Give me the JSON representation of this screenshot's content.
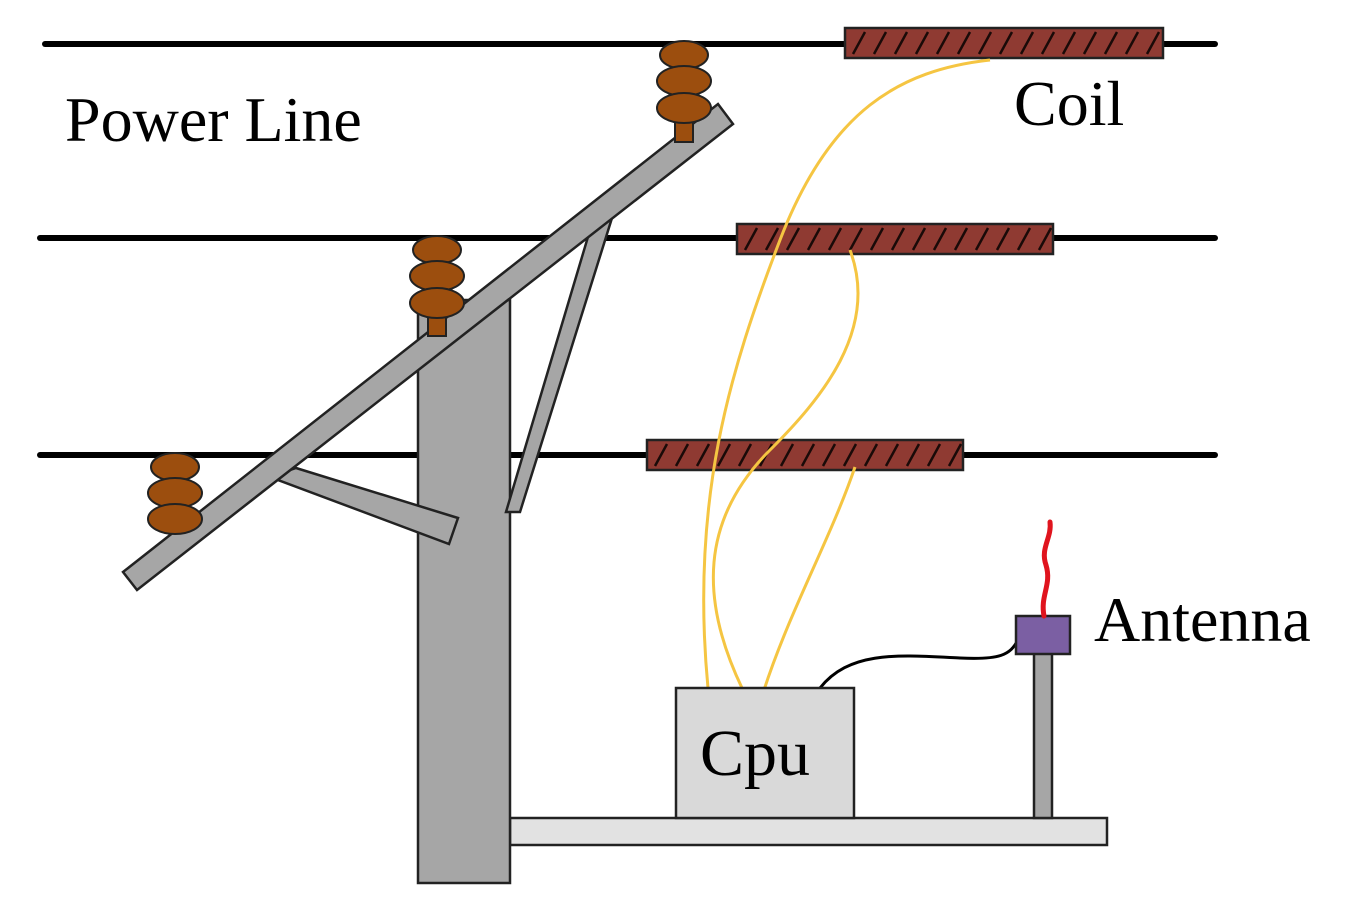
{
  "labels": {
    "power_line": "Power Line",
    "coil": "Coil",
    "antenna": "Antenna",
    "cpu": "Cpu"
  },
  "colors": {
    "line": "#000000",
    "pole": "#a6a6a6",
    "pole_stroke": "#222222",
    "insulator": "#9c4e0e",
    "coil_fill": "#8f3a32",
    "wire": "#f5c542",
    "antenna_base": "#7b5fa3",
    "antenna_tip": "#e0141e",
    "cpu_fill": "#d9d9d9",
    "base_fill": "#e2e2e2"
  },
  "icons": [
    "power-pole",
    "insulator",
    "coil",
    "cpu-box",
    "antenna"
  ]
}
